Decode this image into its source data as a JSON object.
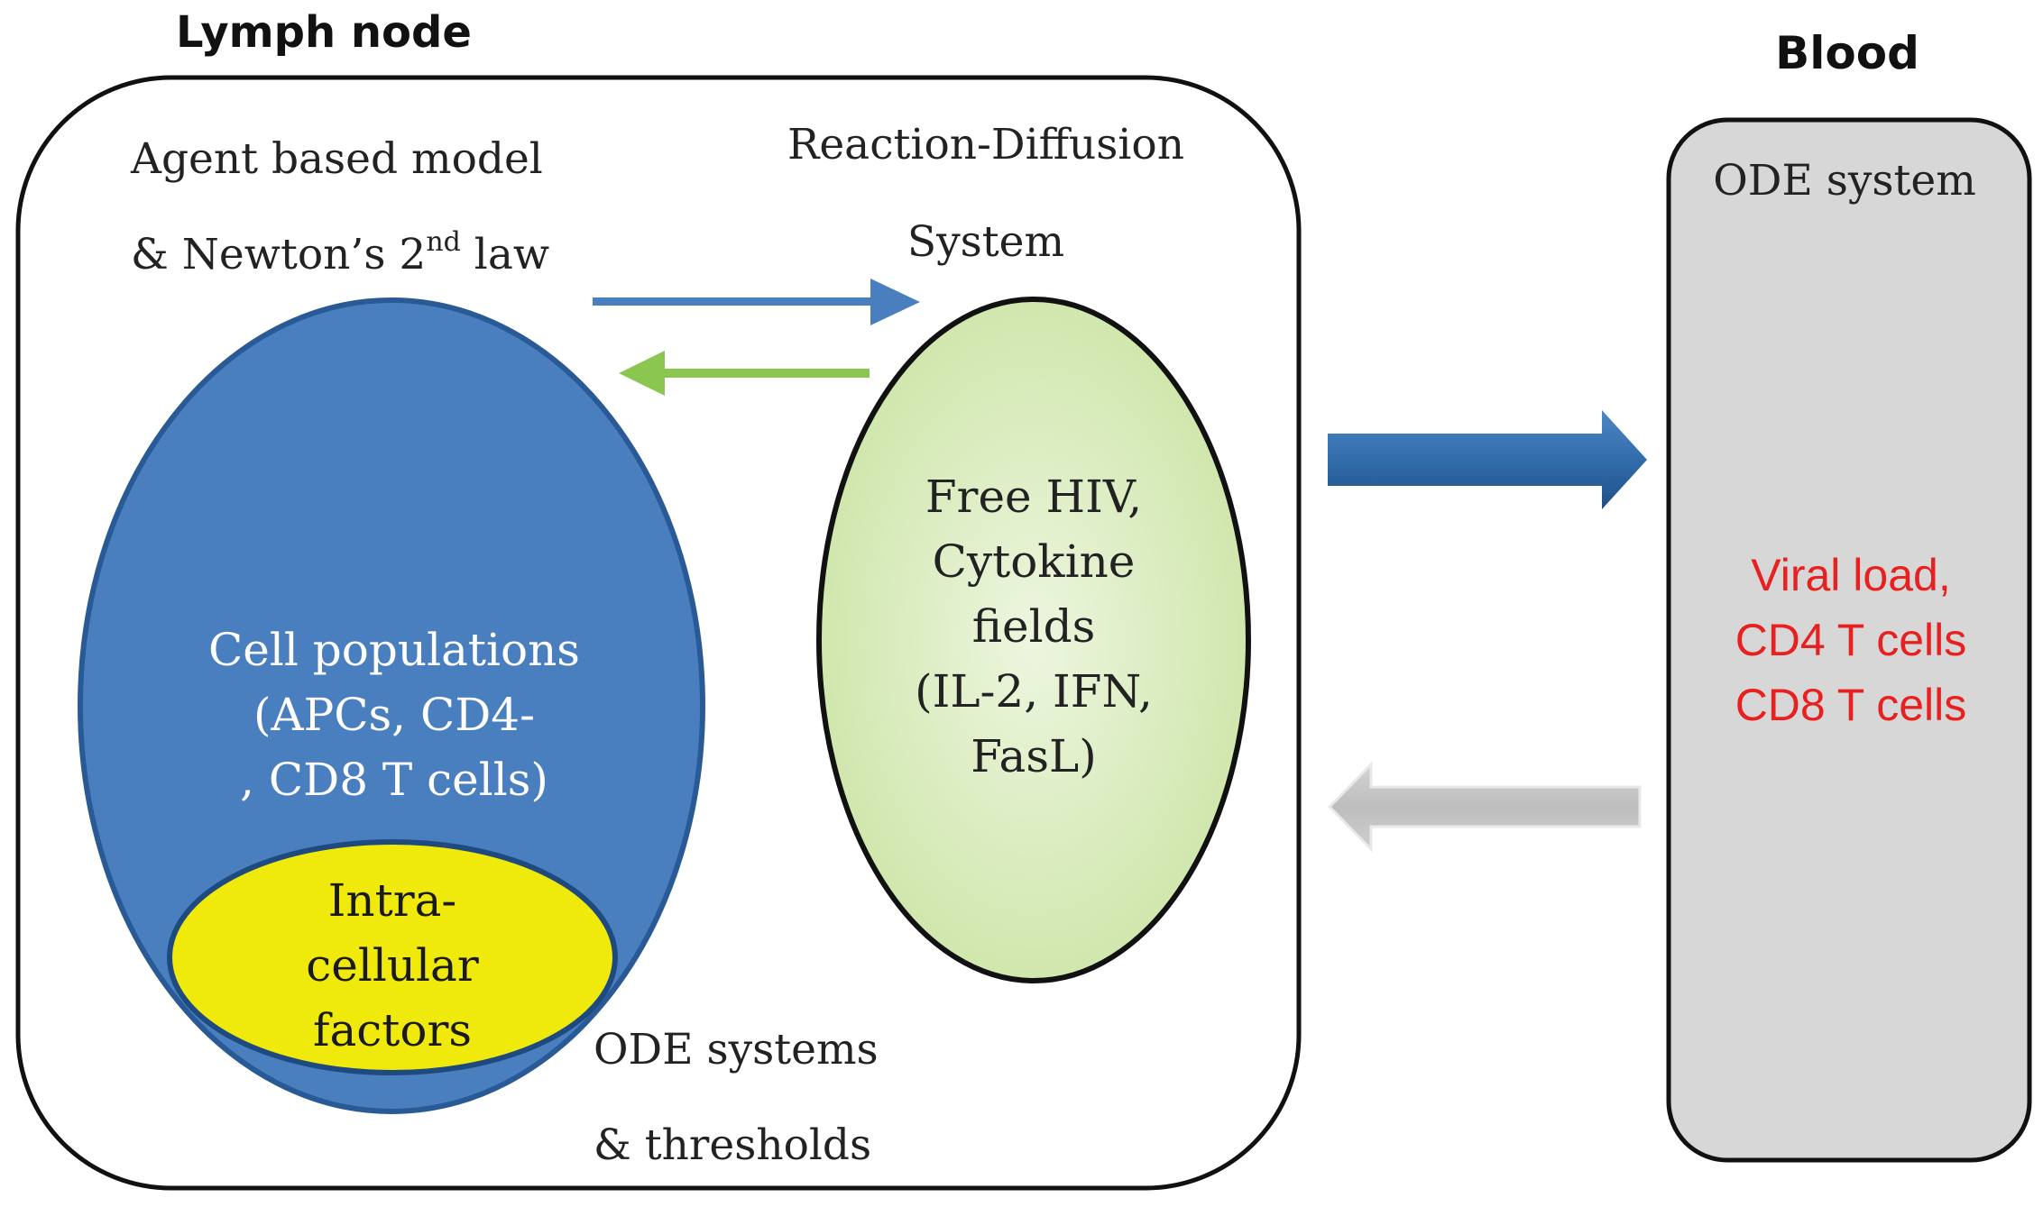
{
  "lymph_node": {
    "title": "Lymph node",
    "abm_label_1": "Agent based model",
    "abm_label_2_prefix": "& Newton’s 2",
    "abm_label_2_sup": "nd",
    "abm_label_2_suffix": " law",
    "rd_label_1": "Reaction-Diffusion",
    "rd_label_2": "System",
    "cell_pop": [
      "Cell populations",
      "(APCs, CD4-",
      ", CD8 T cells)"
    ],
    "intra": [
      "Intra-",
      "cellular",
      "factors"
    ],
    "free_hiv": [
      "Free HIV,",
      "Cytokine",
      "fields",
      "(IL-2, IFN,",
      "FasL)"
    ],
    "ode_label_1": "ODE systems",
    "ode_label_2": "& thresholds"
  },
  "blood": {
    "title": "Blood",
    "ode_system": "ODE system",
    "outputs": [
      "Viral load,",
      "CD4 T cells",
      "CD8 T cells"
    ]
  },
  "colors": {
    "cell_ellipse": "#4a7fbf",
    "intra_ellipse": "#f0ea0c",
    "free_hiv_ellipse": "#d9ebbb",
    "blood_box": "#d7d7d7",
    "blood_text": "#e8201f",
    "arrow_blue": "#4a7fbf",
    "arrow_green": "#8ac650",
    "arrow_gray": "#bfbfbf"
  }
}
